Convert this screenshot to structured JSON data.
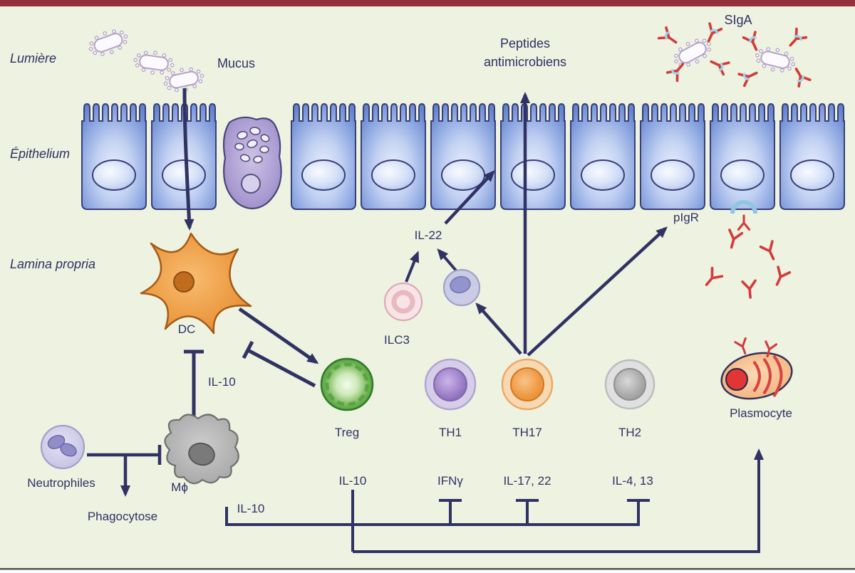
{
  "labels": {
    "lumiere": "Lumière",
    "epithelium": "Épithelium",
    "lamina_propria": "Lamina propria",
    "mucus": "Mucus",
    "peptides_1": "Peptides",
    "peptides_2": "antimicrobiens",
    "siga": "SIgA",
    "pigr": "pIgR",
    "il22": "IL-22",
    "ilc3": "ILC3",
    "dc": "DC",
    "treg": "Treg",
    "th1": "TH1",
    "th17": "TH17",
    "th2": "TH2",
    "plasmocyte": "Plasmocyte",
    "neutrophiles": "Neutrophiles",
    "macrophage": "Mϕ",
    "phagocytose": "Phagocytose",
    "il10_near_dc": "IL-10",
    "il10_under_treg": "IL-10",
    "il10_bracket": "IL-10",
    "ifn_gamma": "IFNγ",
    "il17_22": "IL-17, 22",
    "il4_13": "IL-4, 13"
  },
  "colors": {
    "background": "#edf2e1",
    "top_bar": "#943039",
    "arrow_navy": "#303263",
    "antibody_red": "#d43a3a",
    "epithelium_blue": "#6484cd",
    "goblet_purple": "#9c8bc6",
    "dc_orange": "#ee9f47",
    "treg_green": "#459a35",
    "th1_purple": "#8059ad",
    "th17_orange": "#f09a44",
    "th2_gray": "#a8a8a8",
    "plasmocyte_nucleus_red": "#e23535",
    "pigr_blue": "#8ec7e0"
  }
}
